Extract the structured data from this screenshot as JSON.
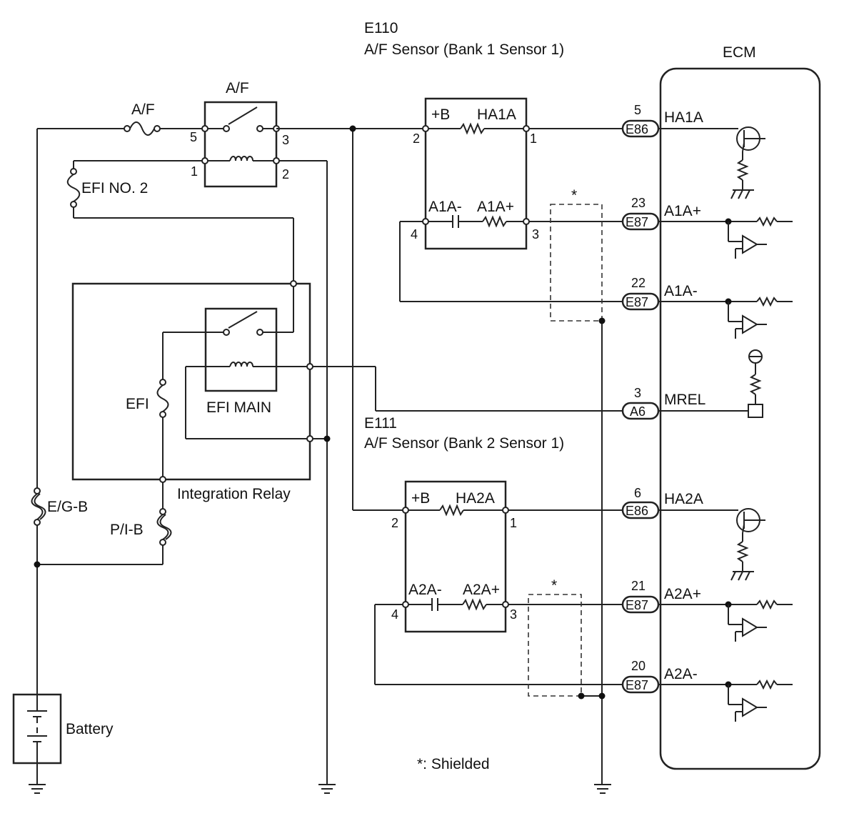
{
  "e110": {
    "code": "E110",
    "name": "A/F Sensor (Bank 1 Sensor 1)"
  },
  "e111": {
    "code": "E111",
    "name": "A/F Sensor (Bank 2 Sensor 1)"
  },
  "ecm": {
    "title": "ECM"
  },
  "fuses": {
    "af": "A/F",
    "efi_no2": "EFI NO. 2",
    "efi": "EFI",
    "eg_b": "E/G-B",
    "pi_b": "P/I-B"
  },
  "relays": {
    "af": "A/F",
    "efi_main": "EFI MAIN",
    "integration": "Integration Relay"
  },
  "battery": "Battery",
  "note": "*: Shielded",
  "shield_mark": "*",
  "af_relay_pins": {
    "p5": "5",
    "p3": "3",
    "p1": "1",
    "p2": "2"
  },
  "sensor1": {
    "plus_b": "+B",
    "ha": "HA1A",
    "minus": "A1A-",
    "plus": "A1A+",
    "p2": "2",
    "p1": "1",
    "p4": "4",
    "p3": "3"
  },
  "sensor2": {
    "plus_b": "+B",
    "ha": "HA2A",
    "minus": "A2A-",
    "plus": "A2A+",
    "p2": "2",
    "p1": "1",
    "p4": "4",
    "p3": "3"
  },
  "ecm_terminals": [
    {
      "pin": "5",
      "connector": "E86",
      "signal": "HA1A"
    },
    {
      "pin": "23",
      "connector": "E87",
      "signal": "A1A+"
    },
    {
      "pin": "22",
      "connector": "E87",
      "signal": "A1A-"
    },
    {
      "pin": "3",
      "connector": "A6",
      "signal": "MREL"
    },
    {
      "pin": "6",
      "connector": "E86",
      "signal": "HA2A"
    },
    {
      "pin": "21",
      "connector": "E87",
      "signal": "A2A+"
    },
    {
      "pin": "20",
      "connector": "E87",
      "signal": "A2A-"
    }
  ]
}
